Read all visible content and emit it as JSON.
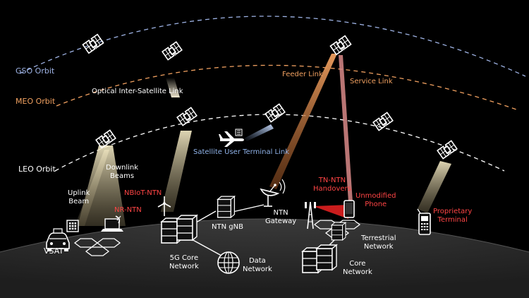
{
  "orbits": {
    "gso": {
      "label": "GSO Orbit",
      "color": "#9fb4e6"
    },
    "meo": {
      "label": "MEO Orbit",
      "color": "#f0a060"
    },
    "leo": {
      "label": "LEO Orbit",
      "color": "#ffffff"
    }
  },
  "links": {
    "optical_isl": "Optical Inter-Satellite Link",
    "feeder": "Feeder Link",
    "service": "Service Link",
    "user_terminal": "Satellite User Terminal Link"
  },
  "labels": {
    "downlink_beams": "Downlink\nBeams",
    "uplink_beam": "Uplink\nBeam",
    "nbiot_ntn": "NBIoT-NTN",
    "nr_ntn": "NR-NTN",
    "tn_ntn_handovers": "TN-NTN\nHandovers",
    "unmodified_phone": "Unmodified\nPhone",
    "proprietary_terminal": "Proprietary\nTerminal",
    "vsat": "VSAT",
    "ntn_gnb": "NTN gNB",
    "ntn_gateway": "NTN\nGateway",
    "core_5g": "5G Core\nNetwork",
    "data_network": "Data\nNetwork",
    "terrestrial_network": "Terrestrial\nNetwork",
    "core_network": "Core\nNetwork"
  },
  "colors": {
    "orange": "#f0a060",
    "red": "#ff4545",
    "blue": "#8fb2e8",
    "white": "#ffffff",
    "beam": "#c8b88a",
    "earth": "#2b2b2b"
  }
}
